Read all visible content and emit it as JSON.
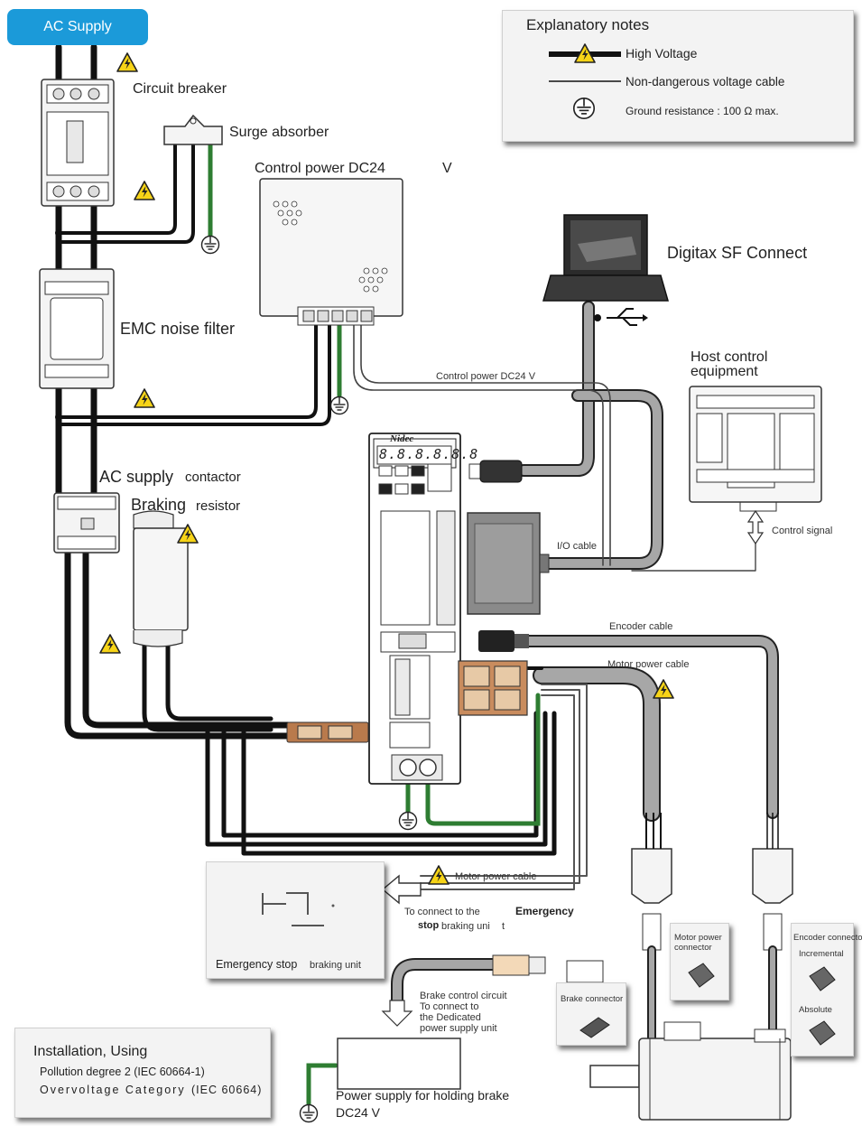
{
  "header": {
    "ac_supply": "AC Supply"
  },
  "legend": {
    "title": "Explanatory notes",
    "high_voltage": "High Voltage",
    "non_dangerous": "Non-dangerous voltage cable",
    "ground": "Ground resistance : 100 Ω max."
  },
  "components": {
    "circuit_breaker": "Circuit breaker",
    "surge_absorber": "Surge absorber",
    "control_power_dc24": "Control power DC24",
    "control_power_v": "V",
    "digitax": "Digitax SF Connect",
    "host_line1": "Host control",
    "host_line2": "equipment",
    "emc": "EMC noise filter",
    "ac_contactor_a": "AC supply",
    "ac_contactor_b": "contactor",
    "braking_a": "Braking",
    "braking_b": "resistor",
    "control_signal": "Control signal",
    "drive_brand": "Nidec",
    "drive_display": "8.8.8.8.8.8"
  },
  "cables": {
    "control_power": "Control power DC24 V",
    "io": "I/O cable",
    "encoder": "Encoder cable",
    "motor_power": "Motor power cable",
    "motor_power2": "Motor power cable"
  },
  "emergency": {
    "to_connect": "To connect to the",
    "emergency_bold": "Emergency",
    "stop_bold": "stop",
    "braking_unit_text": "braking uni",
    "t": "t",
    "box_a": "Emergency stop",
    "box_b": "braking unit"
  },
  "brake": {
    "circuit": "Brake control circuit",
    "to_connect": "To connect to",
    "dedicated": "the Dedicated",
    "psu": "power supply unit",
    "connector": "Brake connector",
    "supply_line1": "Power supply for holding brake",
    "supply_line2": "DC24 V"
  },
  "connectors": {
    "motor_power_a": "Motor power",
    "motor_power_b": "connector",
    "encoder_title": "Encoder connector",
    "incremental": "Incremental",
    "absolute": "Absolute"
  },
  "installation": {
    "title": "Installation, Using",
    "line1": "Pollution degree 2   (IEC 60664-1)",
    "line2a": "Overvoltage Category",
    "line2b": "(IEC 60664)"
  },
  "colors": {
    "high_voltage_cable": "#1a1a1a",
    "ground_wire": "#2e7d32",
    "signal_cable": "#9a9a9a",
    "accent": "#1b9ad9",
    "warning": "#f7d417"
  }
}
